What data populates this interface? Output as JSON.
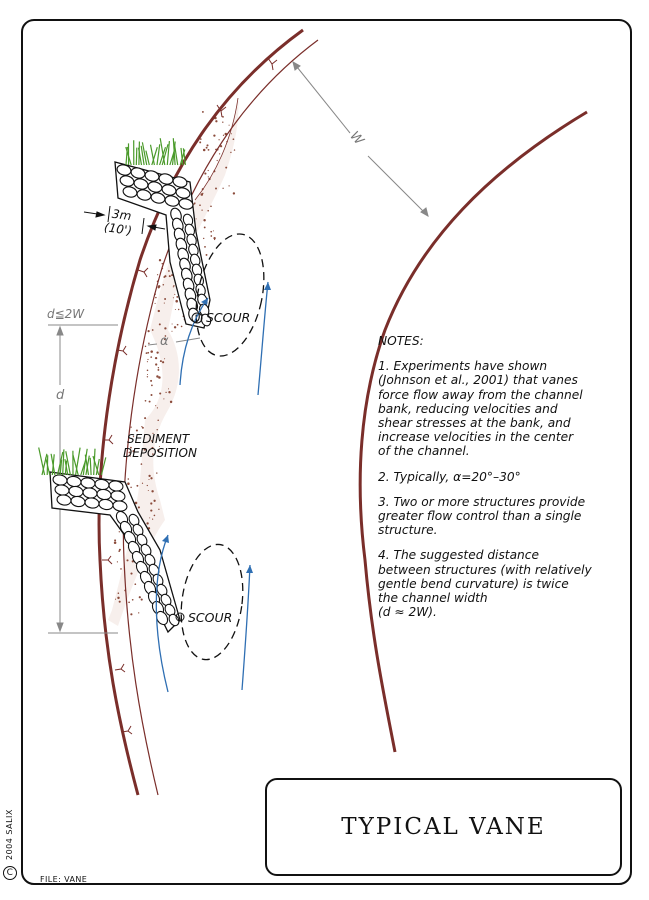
{
  "title": "TYPICAL VANE",
  "labels": {
    "width": "W",
    "spacing_rule": "d≦2W",
    "spacing": "d",
    "angle": "α",
    "key_length": "3m",
    "key_length_imperial": "(10')",
    "scour_upper": "SCOUR",
    "scour_lower": "SCOUR",
    "sediment_line1": "SEDIMENT",
    "sediment_line2": "DEPOSITION"
  },
  "notes": {
    "heading": "NOTES:",
    "items": [
      "1. Experiments have shown\n(Johnson et al., 2001) that vanes\nforce flow away from the channel\nbank, reducing velocities and\nshear stresses at the bank, and\nincrease velocities in the center\nof the channel.",
      "2. Typically,  α=20°–30°",
      "3. Two or more structures provide\ngreater flow control than a single\nstructure.",
      "4. The suggested distance\nbetween structures (with relatively\ngentle bend curvature) is twice\nthe channel width\n(d ≈ 2W)."
    ]
  },
  "footer": {
    "copyright_symbol": "C",
    "copyright": "2004 SALIX",
    "file": "FILE: VANE"
  },
  "colors": {
    "bank": "#7a2e2a",
    "flow_arrow": "#2f6fb3",
    "vegetation": "#4a9a2a",
    "sediment_dots": "#8a4a3a",
    "dimension": "#888888"
  }
}
